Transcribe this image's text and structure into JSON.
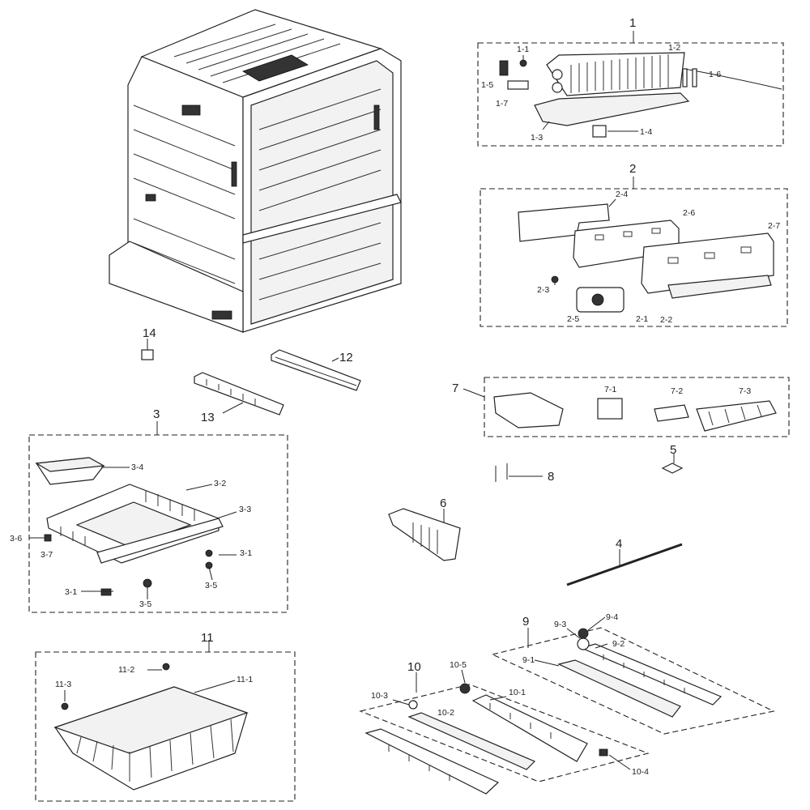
{
  "diagram": {
    "group_labels": {
      "g1": "1",
      "g2": "2",
      "g3": "3",
      "g4": "4",
      "g5": "5",
      "g6": "6",
      "g7": "7",
      "g8": "8",
      "g9": "9",
      "g10": "10",
      "g11": "11",
      "g12": "12",
      "g13": "13",
      "g14": "14"
    },
    "part_labels": {
      "p1_1": "1-1",
      "p1_2": "1-2",
      "p1_3": "1-3",
      "p1_4": "1-4",
      "p1_5": "1-5",
      "p1_6": "1-6",
      "p1_7": "1-7",
      "p2_1": "2-1",
      "p2_2": "2-2",
      "p2_3": "2-3",
      "p2_4": "2-4",
      "p2_5": "2-5",
      "p2_6": "2-6",
      "p2_7": "2-7",
      "p3_1a": "3-1",
      "p3_1b": "3-1",
      "p3_2": "3-2",
      "p3_3": "3-3",
      "p3_4": "3-4",
      "p3_5a": "3-5",
      "p3_5b": "3-5",
      "p3_6": "3-6",
      "p3_7": "3-7",
      "p7_1": "7-1",
      "p7_2": "7-2",
      "p7_3": "7-3",
      "p9_1": "9-1",
      "p9_2": "9-2",
      "p9_3": "9-3",
      "p9_4": "9-4",
      "p10_1": "10-1",
      "p10_2": "10-2",
      "p10_3": "10-3",
      "p10_4": "10-4",
      "p10_5": "10-5",
      "p11_1": "11-1",
      "p11_2": "11-2",
      "p11_3": "11-3"
    },
    "colors": {
      "line": "#222222",
      "background": "#ffffff"
    }
  }
}
